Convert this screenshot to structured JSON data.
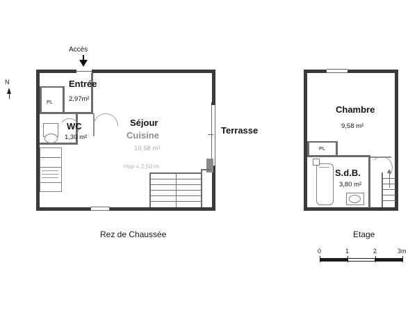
{
  "figure": {
    "north_label": "N",
    "access_label": "Accès"
  },
  "floors": [
    {
      "id": "rdc",
      "caption": "Rez de Chaussée",
      "rooms": [
        {
          "name": "Entrée",
          "area": "2,97m²"
        },
        {
          "name": "WC",
          "area": "1,30 m²"
        },
        {
          "name": "Séjour",
          "area": ""
        },
        {
          "name": "Cuisine",
          "area": "19,58 m²"
        },
        {
          "name": "Terrasse",
          "area": ""
        },
        {
          "name": "PL",
          "area": ""
        }
      ],
      "notes": [
        "Hsp = 2,50 m"
      ]
    },
    {
      "id": "etage",
      "caption": "Etage",
      "rooms": [
        {
          "name": "Chambre",
          "area": "9,58 m²"
        },
        {
          "name": "S.d.B.",
          "area": "3,80 m²"
        },
        {
          "name": "PL",
          "area": ""
        }
      ],
      "notes": []
    }
  ],
  "scale_bar": {
    "labels": [
      "0",
      "1",
      "2",
      "3m"
    ]
  }
}
